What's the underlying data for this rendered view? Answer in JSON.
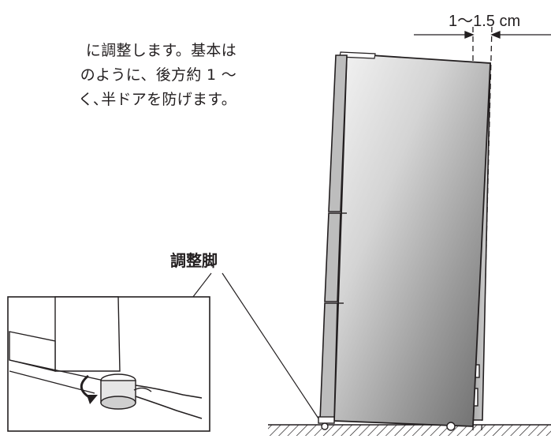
{
  "instructions": {
    "lines": [
      "に調整します。基本は",
      "のように、後方約 1 〜",
      "く､半ドアを防げます。"
    ]
  },
  "diagram": {
    "gap_label": "1〜1.5 cm",
    "foot_label": "調整脚"
  },
  "colors": {
    "line": "#231f20",
    "door_light": "#f4f4f4",
    "door_dark": "#6b6b6b"
  }
}
